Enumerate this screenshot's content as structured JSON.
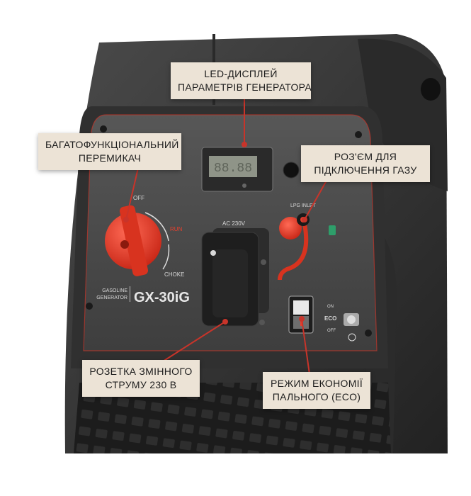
{
  "callouts": {
    "led_display": {
      "line1": "LED-ДИСПЛЕЙ",
      "line2": "ПАРАМЕТРІВ ГЕНЕРАТОРА"
    },
    "switch": {
      "line1": "БАГАТОФУНКЦІОНАЛЬНИЙ",
      "line2": "ПЕРЕМИКАЧ"
    },
    "gas_connector": {
      "line1": "РОЗ'ЄМ ДЛЯ",
      "line2": "ПІДКЛЮЧЕННЯ ГАЗУ"
    },
    "socket": {
      "line1": "РОЗЕТКА ЗМІННОГО",
      "line2": "СТРУМУ 230 В"
    },
    "eco": {
      "line1": "РЕЖИМ ЕКОНОМІЇ",
      "line2": "ПАЛЬНОГО (ECO)"
    }
  },
  "panel": {
    "brand_line1": "GASOLINE",
    "brand_line2": "GENERATOR",
    "model": "GX-30iG",
    "off_label": "OFF",
    "run_label": "RUN",
    "choke_label": "CHOKE",
    "ac_label": "AC 230V",
    "lpg_label": "LPG INLET",
    "on_label": "ON",
    "eco_label": "ECO",
    "eco_off_label": "OFF",
    "display_reading": "88.88"
  },
  "colors": {
    "accent_red": "#e5402e",
    "callout_bg": "#ece3d6",
    "callout_line": "#c8342a",
    "housing": "#3b3b3b",
    "panel": "#4a4a4a"
  }
}
